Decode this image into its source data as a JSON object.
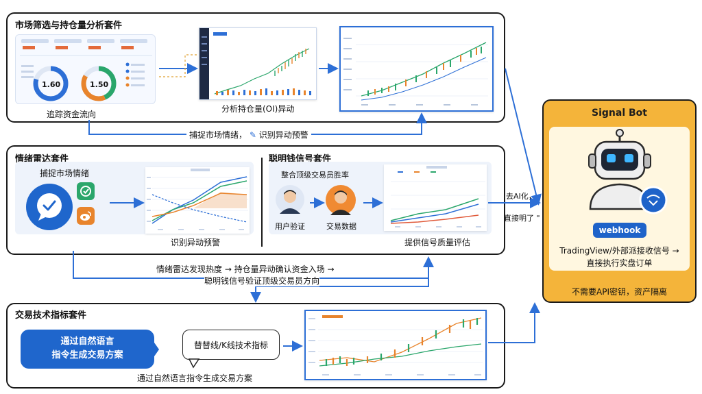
{
  "panels": {
    "market": {
      "title": "市场筛选与持仓量分析套件",
      "caption_left": "追踪资金流向",
      "caption_mid": "分析持仓量(OI)异动",
      "donut_left_value": "1.60",
      "donut_right_value": "1.50"
    },
    "sentiment": {
      "title": "情绪雷达套件",
      "capture_label": "捕捉市场情绪",
      "caption": "识别异动预警"
    },
    "smart_money": {
      "title": "聪明钱信号套件",
      "subtitle": "整合顶级交易员胜率",
      "user_label": "用户验证",
      "trade_label": "交易数据",
      "caption": "提供信号质量评估"
    },
    "tech": {
      "title": "交易技术指标套件",
      "nl_bubble_line1": "通过自然语言",
      "nl_bubble_line2": "指令生成交易方案",
      "speech": "替替线/K线技术指标",
      "caption": "通过自然语言指令生成交易方案"
    }
  },
  "flow_labels": {
    "capture_line": "捕捉市场情绪，",
    "capture_icon_label": "识别异动预警",
    "mid_line1": "情绪雷达发现热度 → 持仓量异动确认资金入场 →",
    "mid_line2": "聪明钱信号验证顶级交易员方向",
    "side_top": "去AI化，",
    "side_bottom": "直接明了 \""
  },
  "bot": {
    "title": "Signal Bot",
    "webhook": "webhook",
    "desc_line1": "TradingView/外部派接收信号 →",
    "desc_line2": "直接执行实盘订单",
    "footer": "不需要API密钥，资产隔离"
  },
  "colors": {
    "accent_blue": "#2d6fd6",
    "bot_orange": "#f4b43a",
    "chart_green": "#2aa66b",
    "chart_orange": "#e8842c"
  }
}
